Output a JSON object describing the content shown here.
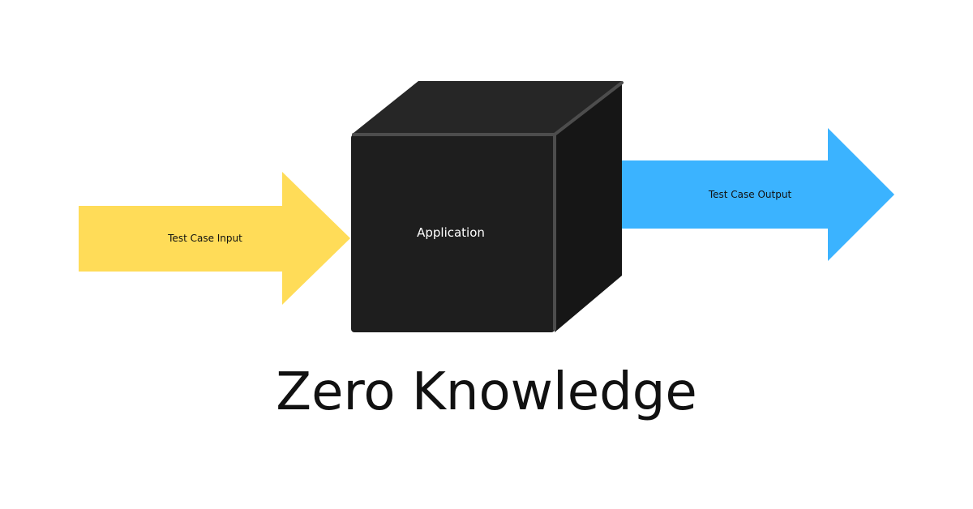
{
  "diagram": {
    "input_label": "Test Case Input",
    "box_label": "Application",
    "output_label": "Test Case Output",
    "title": "Zero Knowledge"
  },
  "colors": {
    "input_arrow": "#FFDC58",
    "output_arrow": "#3BB3FF",
    "box_front": "#1E1E1E",
    "box_top": "#262626",
    "box_side": "#161616",
    "box_edge": "#4D4D4D",
    "text_dark": "#111111",
    "text_light": "#FFFFFF"
  }
}
